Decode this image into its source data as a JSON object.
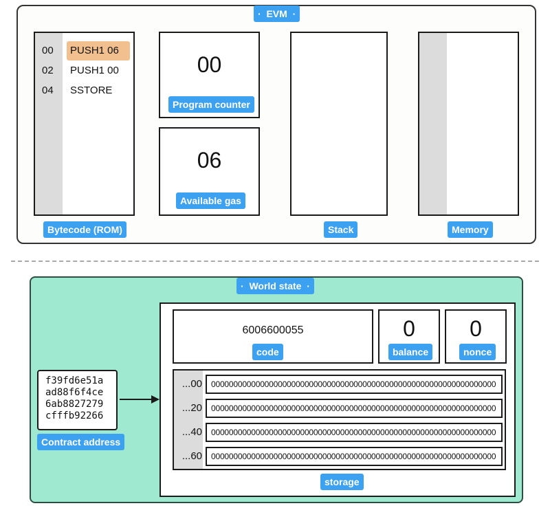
{
  "evm": {
    "title": "EVM",
    "bytecode": {
      "label": "Bytecode (ROM)",
      "rows": [
        {
          "offset": "00",
          "op": "PUSH1 06",
          "active": true
        },
        {
          "offset": "02",
          "op": "PUSH1 00",
          "active": false
        },
        {
          "offset": "04",
          "op": "SSTORE",
          "active": false
        }
      ]
    },
    "program_counter": {
      "label": "Program counter",
      "value": "00"
    },
    "available_gas": {
      "label": "Available gas",
      "value": "06"
    },
    "stack": {
      "label": "Stack"
    },
    "memory": {
      "label": "Memory"
    }
  },
  "world_state": {
    "title": "World state",
    "contract_address": {
      "label": "Contract address",
      "lines": [
        "f39fd6e51a",
        "ad88f6f4ce",
        "6ab8827279",
        "cfffb92266"
      ]
    },
    "account": {
      "code": {
        "label": "code",
        "value": "6006600055"
      },
      "balance": {
        "label": "balance",
        "value": "0"
      },
      "nonce": {
        "label": "nonce",
        "value": "0"
      }
    },
    "storage": {
      "label": "storage",
      "slots": [
        {
          "key": "...00",
          "value": "0000000000000000000000000000000000000000000000000000000000000000"
        },
        {
          "key": "...20",
          "value": "0000000000000000000000000000000000000000000000000000000000000000"
        },
        {
          "key": "...40",
          "value": "0000000000000000000000000000000000000000000000000000000000000000"
        },
        {
          "key": "...60",
          "value": "0000000000000000000000000000000000000000000000000000000000000000"
        }
      ]
    }
  },
  "colors": {
    "tag_blue": "#3ba1f0",
    "active_op": "#f2c08f",
    "world_bg": "#9ee9d0",
    "gutter_gray": "#dcdcdc"
  }
}
